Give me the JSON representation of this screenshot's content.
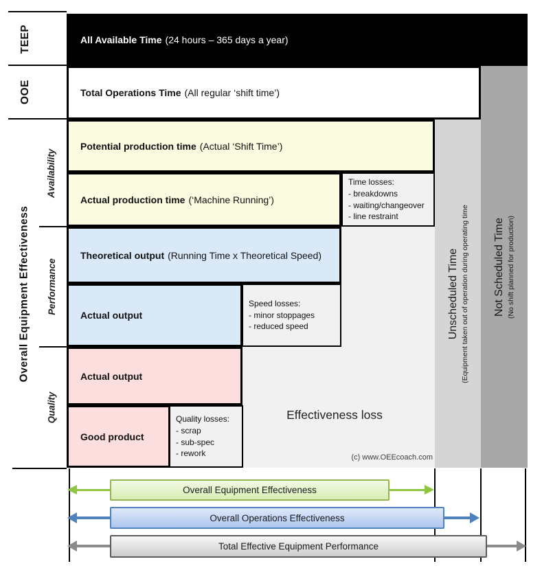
{
  "left_axis": {
    "teep_label": "TEEP",
    "ooe_label": "OOE",
    "oee_label": "Overall Equipment Effectiveness",
    "availability_label": "Availability",
    "performance_label": "Performance",
    "quality_label": "Quality"
  },
  "bars": {
    "all_available_time": {
      "name": "All Available Time",
      "detail": "(24 hours – 365 days a year)"
    },
    "total_operations_time": {
      "name": "Total Operations Time",
      "detail": "(All regular ‘shift time’)"
    },
    "potential_production_time": {
      "name": "Potential production time",
      "detail": "(Actual ‘Shift Time’)"
    },
    "actual_production_time": {
      "name": "Actual production time",
      "detail": "(‘Machine Running’)"
    },
    "theoretical_output": {
      "name": "Theoretical output",
      "detail": "(Running Time x Theoretical Speed)"
    },
    "actual_output_performance": {
      "name": "Actual output",
      "detail": ""
    },
    "actual_output_quality": {
      "name": "Actual output",
      "detail": ""
    },
    "good_product": {
      "name": "Good product",
      "detail": ""
    }
  },
  "loss_boxes": {
    "time": {
      "title": "Time losses:",
      "items": [
        "- breakdowns",
        "- waiting/changeover",
        "- line restraint"
      ]
    },
    "speed": {
      "title": "Speed losses:",
      "items": [
        "- minor stoppages",
        "- reduced speed"
      ]
    },
    "quality": {
      "title": "Quality losses:",
      "items": [
        "- scrap",
        "- sub-spec",
        "- rework"
      ]
    }
  },
  "side_columns": {
    "unscheduled": {
      "title": "Unscheduled Time",
      "subtitle": "(Equipment taken out of operation during operating time"
    },
    "not_scheduled": {
      "title": "Not Scheduled Time",
      "subtitle": "(No shift planned for production)"
    }
  },
  "center_area": {
    "effectiveness_loss": "Effectiveness loss",
    "copyright": "(c) www.OEEcoach.com"
  },
  "bottom_arrows": {
    "oee": {
      "label": "Overall Equipment Effectiveness"
    },
    "ooe": {
      "label": "Overall Operations Effectiveness"
    },
    "teep": {
      "label": "Total Effective Equipment Performance"
    }
  },
  "colors": {
    "bar_yellow": "#FBFBE1",
    "bar_blue": "#D9E9F8",
    "bar_pink": "#FCDEDE",
    "loss_gray": "#F1F1F1",
    "unscheduled_gray": "#D5D5D5",
    "not_scheduled_gray": "#A8A8A8",
    "arrow_green": "#8FC641",
    "arrow_blue": "#4F81BD",
    "arrow_gray": "#8C8C8C"
  }
}
